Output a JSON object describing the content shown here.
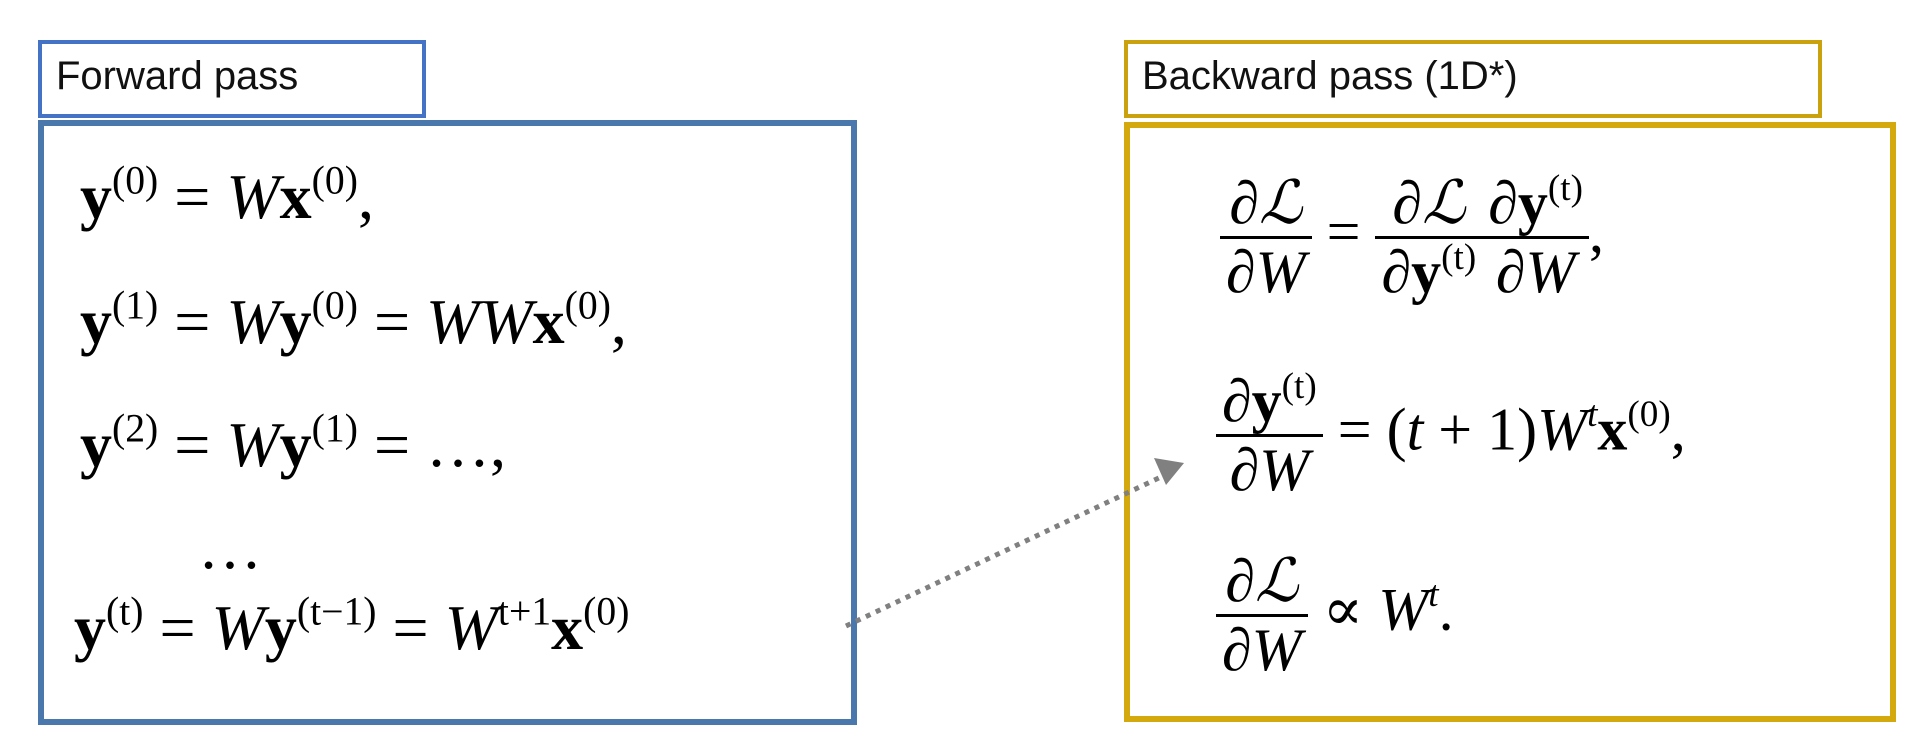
{
  "forward": {
    "title": "Forward pass",
    "eq0": {
      "lhs": "y",
      "lhs_sup": "(0)",
      "rhs_pre": " = ",
      "W": "W",
      "x": "x",
      "x_sup": "(0)",
      "tail": ","
    },
    "eq1": {
      "lhs": "y",
      "lhs_sup": "(1)",
      "eq": " = ",
      "W": "W",
      "y": "y",
      "y_sup": "(0)",
      "eq2": " = ",
      "WW": "WW",
      "x": "x",
      "x_sup": "(0)",
      "tail": ","
    },
    "eq2": {
      "lhs": "y",
      "lhs_sup": "(2)",
      "eq": " = ",
      "W": "W",
      "y": "y",
      "y_sup": "(1)",
      "tail": " = …,"
    },
    "dots": "…",
    "eq3": {
      "lhs": "y",
      "lhs_sup": "(t)",
      "eq": " = ",
      "W": "W",
      "y": "y",
      "y_sup": "(t−1)",
      "eq2": " = ",
      "W2": "W",
      "W2_sup": "t+1",
      "x": "x",
      "x_sup": "(0)"
    }
  },
  "backward": {
    "title": "Backward pass (1D*)",
    "eq0": {
      "f1_num": "∂ℒ",
      "f1_den": "∂W",
      "eq": " = ",
      "f2_num": "∂ℒ",
      "f2_den_d": "∂",
      "f2_den_y": "y",
      "f2_den_sup": "(t)",
      "f3_num_d": "∂",
      "f3_num_y": "y",
      "f3_num_sup": "(t)",
      "f3_den": "∂W",
      "tail": ","
    },
    "eq1": {
      "num_d": "∂",
      "num_y": "y",
      "num_sup": "(t)",
      "den": "∂W",
      "rhs_pre": " = (",
      "t": "t",
      "plus": " + 1)",
      "W": "W",
      "W_sup": "t",
      "x": "x",
      "x_sup": "(0)",
      "tail": ","
    },
    "eq2": {
      "num": "∂ℒ",
      "den": "∂W",
      "prop": " ∝ ",
      "W": "W",
      "W_sup": "t",
      "tail": "."
    }
  },
  "connector": {
    "color": "#808080"
  }
}
